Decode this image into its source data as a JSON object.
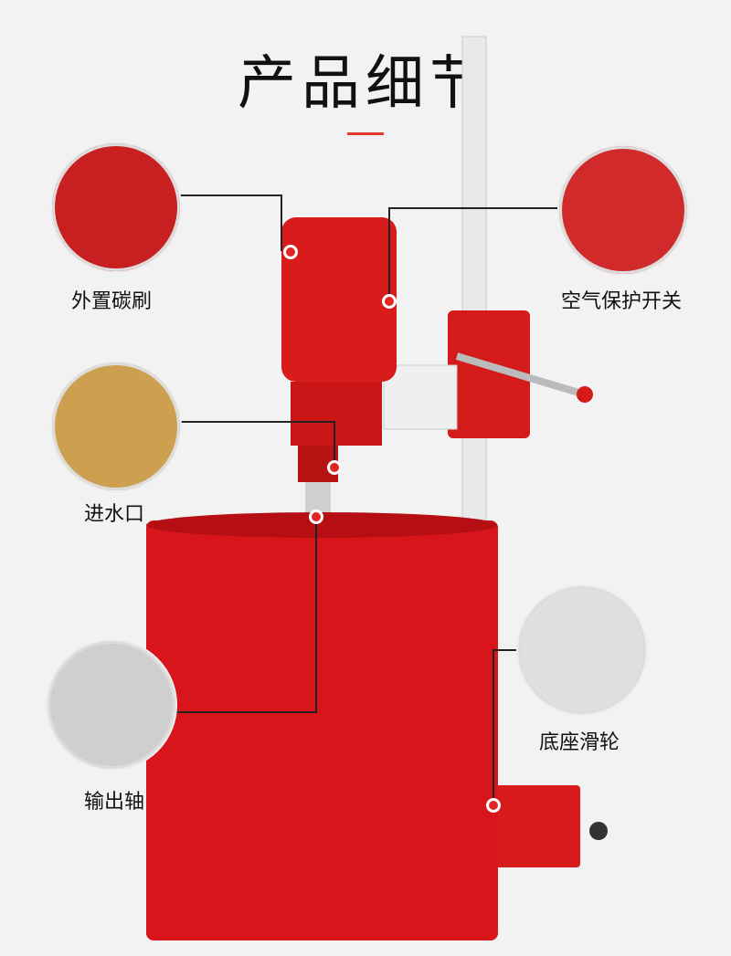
{
  "title": "产品细节",
  "callouts": [
    {
      "label": "外置碳刷",
      "icon": "carbon-brush-icon"
    },
    {
      "label": "空气保护开关",
      "icon": "circuit-breaker-icon"
    },
    {
      "label": "进水口",
      "icon": "water-inlet-icon"
    },
    {
      "label": "底座滑轮",
      "icon": "base-wheel-icon"
    },
    {
      "label": "输出轴",
      "icon": "output-shaft-icon"
    }
  ],
  "colors": {
    "accent": "#e13a2a",
    "machine_red": "#d8151b",
    "background": "#f2f2f2"
  }
}
